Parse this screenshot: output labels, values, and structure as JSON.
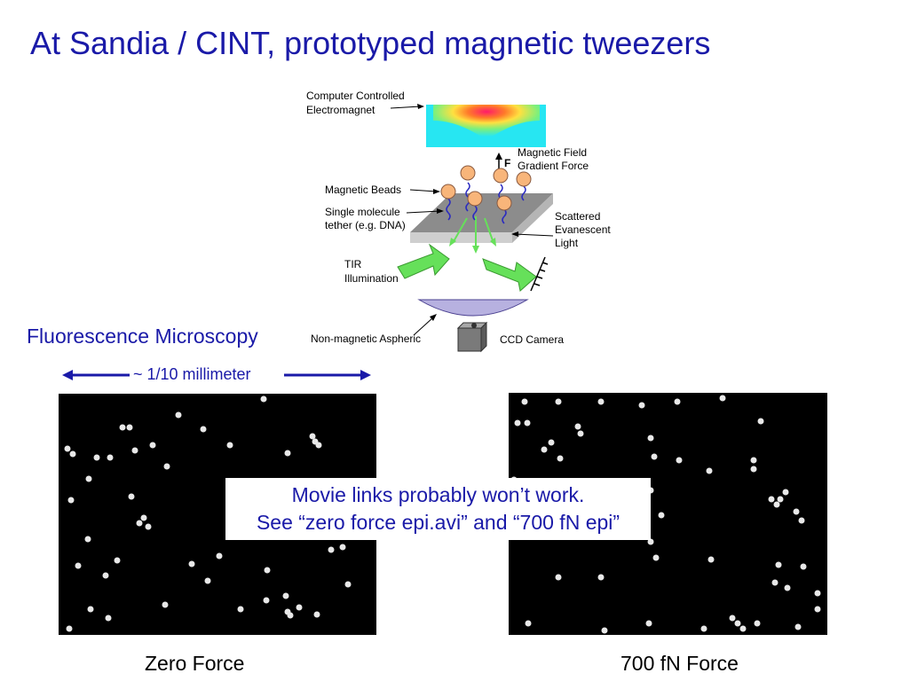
{
  "slide": {
    "title": "At Sandia / CINT, prototyped magnetic tweezers",
    "fluorescence_heading": "Fluorescence Microscopy",
    "scale_label": "~ 1/10 millimeter",
    "movie_note": {
      "line1": "Movie links probably won’t work.",
      "line2": "See “zero force epi.avi” and “700 fN epi”"
    },
    "captions": {
      "left": "Zero Force",
      "right": "700 fN Force"
    }
  },
  "diagram": {
    "electromagnet_line1": "Computer Controlled",
    "electromagnet_line2": "Electromagnet",
    "field_line1": "Magnetic Field",
    "field_line2": "Gradient Force",
    "force_symbol": "F",
    "beads": "Magnetic Beads",
    "tether_line1": "Single molecule",
    "tether_line2": "tether (e.g. DNA)",
    "scattered_line1": "Scattered",
    "scattered_line2": "Evanescent",
    "scattered_line3": "Light",
    "tir_line1": "TIR",
    "tir_line2": "Illumination",
    "aspheric": "Non-magnetic Aspheric",
    "ccd": "CCD Camera"
  },
  "colors": {
    "title": "#1a1aa8",
    "bead": "#f8b57a",
    "tether": "#2a2ac0",
    "green_arrow": "#66e05a",
    "lens": "#b7b1e0"
  }
}
